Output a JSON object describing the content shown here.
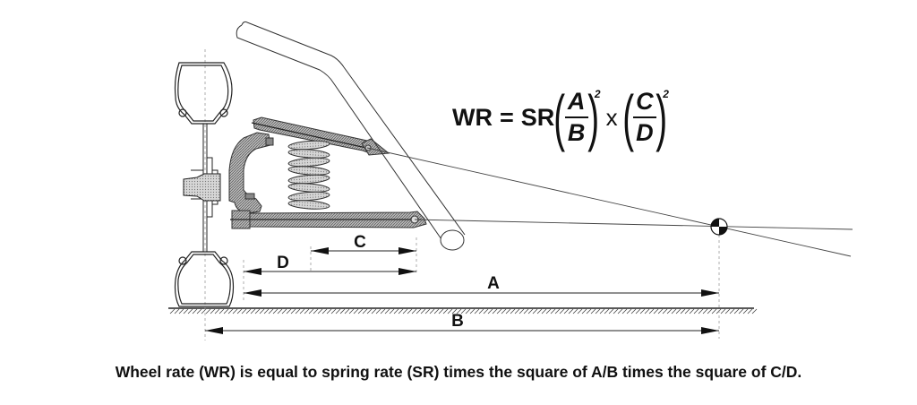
{
  "formula": {
    "lhs": "WR",
    "equals": "=",
    "coefficient": "SR",
    "term1": {
      "numerator": "A",
      "denominator": "B",
      "exponent": "2"
    },
    "operator": "x",
    "term2": {
      "numerator": "C",
      "denominator": "D",
      "exponent": "2"
    }
  },
  "dimensions": {
    "a": "A",
    "b": "B",
    "c": "C",
    "d": "D"
  },
  "caption": "Wheel rate (WR) is equal to spring rate (SR) times the square of A/B times the square of C/D.",
  "colors": {
    "ink": "#111111",
    "hatch_fill": "#9a9a9a",
    "light_fill": "#cfcfcf"
  }
}
